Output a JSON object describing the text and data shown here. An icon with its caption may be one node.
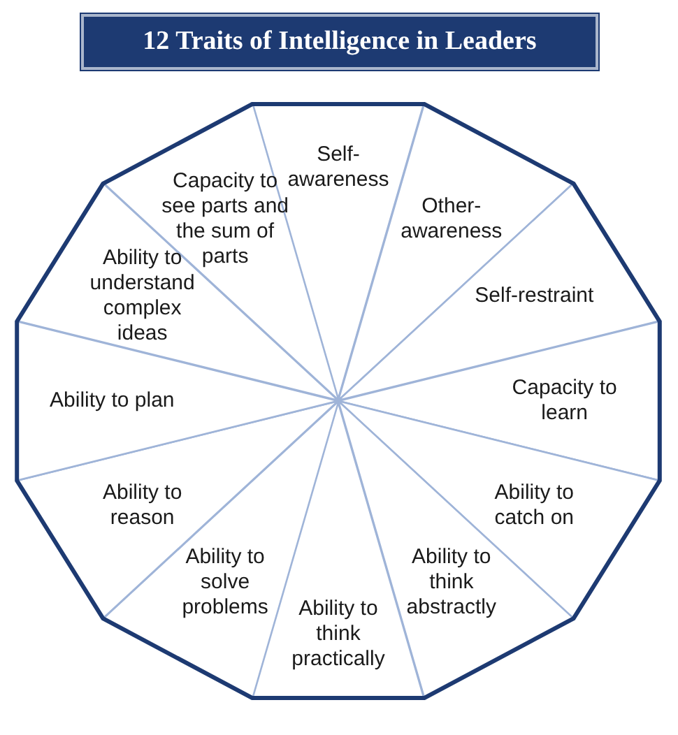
{
  "diagram": {
    "title": "12 Traits of Intelligence in Leaders",
    "nodes": [
      {
        "text": [
          "Self-awareness"
        ]
      },
      {
        "text": [
          "Other-awareness"
        ]
      },
      {
        "text": [
          "Self-restraint"
        ]
      },
      {
        "text": [
          "Capacity to learn"
        ]
      },
      {
        "text": [
          "Ability to catch on"
        ]
      },
      {
        "text": [
          "Ability to think abstractly"
        ]
      },
      {
        "text": [
          "Ability to think practically"
        ]
      },
      {
        "text": [
          "Ability to solve problems"
        ]
      },
      {
        "text": [
          "Ability to reason"
        ]
      },
      {
        "text": [
          "Ability to plan"
        ]
      },
      {
        "text": [
          "Ability to understand complex ideas"
        ]
      },
      {
        "text": [
          "Capacity to see parts and the sum of parts"
        ]
      }
    ],
    "edges": []
  }
}
